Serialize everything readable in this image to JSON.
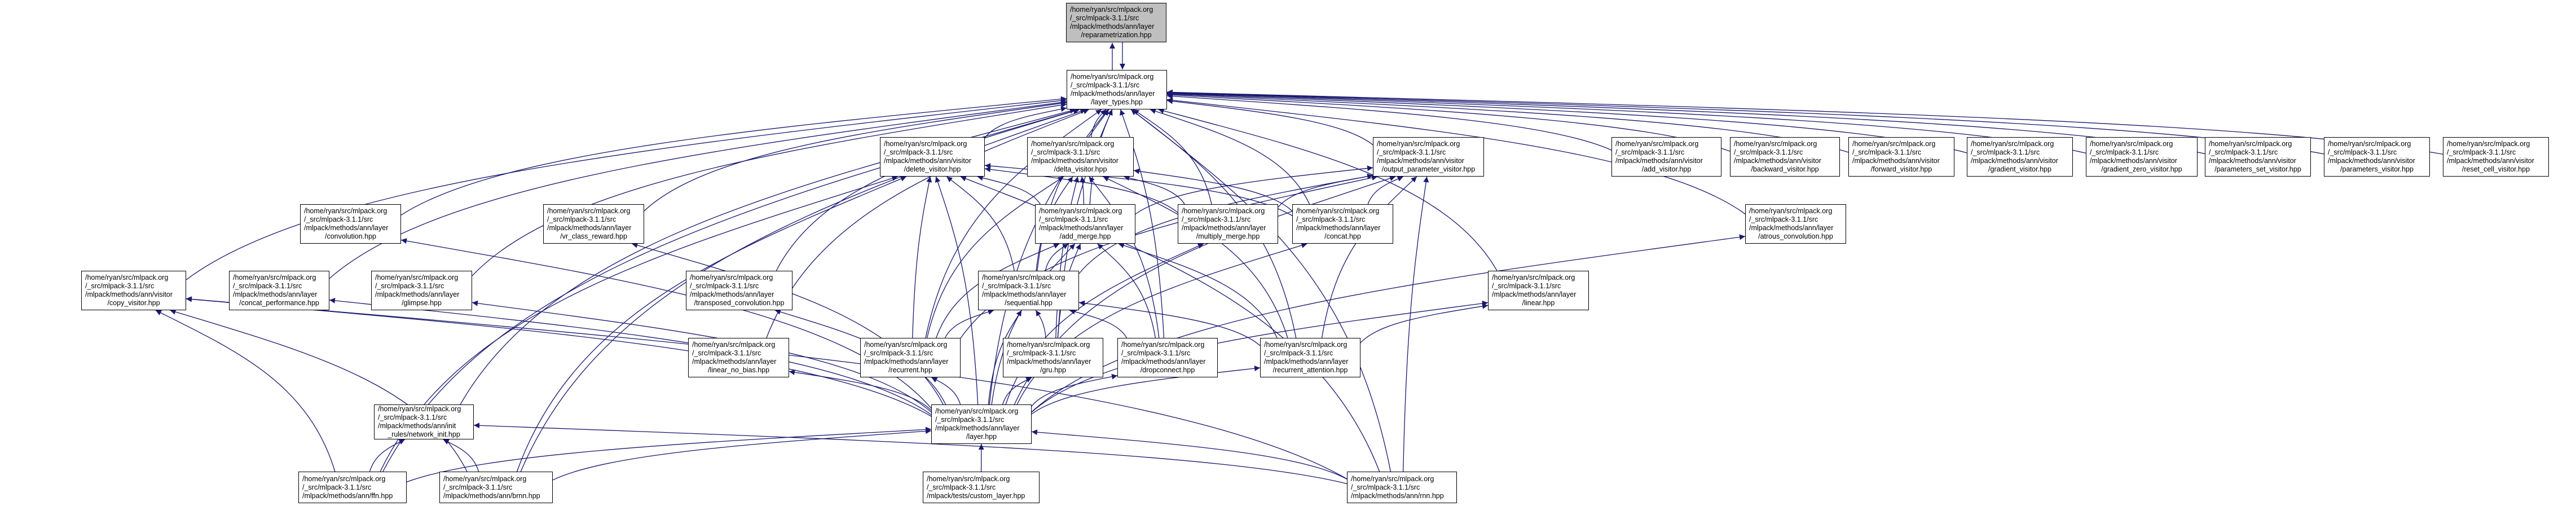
{
  "title": "mlpack reparametrization.hpp include dependency graph",
  "colors": {
    "edge": "#191970",
    "root_fill": "#bfbfbf",
    "node_fill": "#ffffff",
    "node_border": "#000000"
  },
  "nodes": [
    {
      "id": "reparametrization",
      "lines": [
        "/home/ryan/src/mlpack.org",
        "/_src/mlpack-3.1.1/src",
        "/mlpack/methods/ann/layer",
        "/reparametrization.hpp"
      ],
      "root": true
    },
    {
      "id": "layer_types",
      "lines": [
        "/home/ryan/src/mlpack.org",
        "/_src/mlpack-3.1.1/src",
        "/mlpack/methods/ann/layer",
        "/layer_types.hpp"
      ]
    },
    {
      "id": "delete_visitor",
      "lines": [
        "/home/ryan/src/mlpack.org",
        "/_src/mlpack-3.1.1/src",
        "/mlpack/methods/ann/visitor",
        "/delete_visitor.hpp"
      ]
    },
    {
      "id": "delta_visitor",
      "lines": [
        "/home/ryan/src/mlpack.org",
        "/_src/mlpack-3.1.1/src",
        "/mlpack/methods/ann/visitor",
        "/delta_visitor.hpp"
      ]
    },
    {
      "id": "output_parameter_visitor",
      "lines": [
        "/home/ryan/src/mlpack.org",
        "/_src/mlpack-3.1.1/src",
        "/mlpack/methods/ann/visitor",
        "/output_parameter_visitor.hpp"
      ]
    },
    {
      "id": "add_visitor",
      "lines": [
        "/home/ryan/src/mlpack.org",
        "/_src/mlpack-3.1.1/src",
        "/mlpack/methods/ann/visitor",
        "/add_visitor.hpp"
      ]
    },
    {
      "id": "backward_visitor",
      "lines": [
        "/home/ryan/src/mlpack.org",
        "/_src/mlpack-3.1.1/src",
        "/mlpack/methods/ann/visitor",
        "/backward_visitor.hpp"
      ]
    },
    {
      "id": "forward_visitor",
      "lines": [
        "/home/ryan/src/mlpack.org",
        "/_src/mlpack-3.1.1/src",
        "/mlpack/methods/ann/visitor",
        "/forward_visitor.hpp"
      ]
    },
    {
      "id": "gradient_visitor",
      "lines": [
        "/home/ryan/src/mlpack.org",
        "/_src/mlpack-3.1.1/src",
        "/mlpack/methods/ann/visitor",
        "/gradient_visitor.hpp"
      ]
    },
    {
      "id": "gradient_zero_visitor",
      "lines": [
        "/home/ryan/src/mlpack.org",
        "/_src/mlpack-3.1.1/src",
        "/mlpack/methods/ann/visitor",
        "/gradient_zero_visitor.hpp"
      ]
    },
    {
      "id": "parameters_set_visitor",
      "lines": [
        "/home/ryan/src/mlpack.org",
        "/_src/mlpack-3.1.1/src",
        "/mlpack/methods/ann/visitor",
        "/parameters_set_visitor.hpp"
      ]
    },
    {
      "id": "parameters_visitor",
      "lines": [
        "/home/ryan/src/mlpack.org",
        "/_src/mlpack-3.1.1/src",
        "/mlpack/methods/ann/visitor",
        "/parameters_visitor.hpp"
      ]
    },
    {
      "id": "reset_cell_visitor",
      "lines": [
        "/home/ryan/src/mlpack.org",
        "/_src/mlpack-3.1.1/src",
        "/mlpack/methods/ann/visitor",
        "/reset_cell_visitor.hpp"
      ]
    },
    {
      "id": "convolution",
      "lines": [
        "/home/ryan/src/mlpack.org",
        "/_src/mlpack-3.1.1/src",
        "/mlpack/methods/ann/layer",
        "/convolution.hpp"
      ]
    },
    {
      "id": "vr_class_reward",
      "lines": [
        "/home/ryan/src/mlpack.org",
        "/_src/mlpack-3.1.1/src",
        "/mlpack/methods/ann/layer",
        "/vr_class_reward.hpp"
      ]
    },
    {
      "id": "add_merge",
      "lines": [
        "/home/ryan/src/mlpack.org",
        "/_src/mlpack-3.1.1/src",
        "/mlpack/methods/ann/layer",
        "/add_merge.hpp"
      ]
    },
    {
      "id": "multiply_merge",
      "lines": [
        "/home/ryan/src/mlpack.org",
        "/_src/mlpack-3.1.1/src",
        "/mlpack/methods/ann/layer",
        "/multiply_merge.hpp"
      ]
    },
    {
      "id": "concat",
      "lines": [
        "/home/ryan/src/mlpack.org",
        "/_src/mlpack-3.1.1/src",
        "/mlpack/methods/ann/layer",
        "/concat.hpp"
      ]
    },
    {
      "id": "atrous_convolution",
      "lines": [
        "/home/ryan/src/mlpack.org",
        "/_src/mlpack-3.1.1/src",
        "/mlpack/methods/ann/layer",
        "/atrous_convolution.hpp"
      ]
    },
    {
      "id": "copy_visitor",
      "lines": [
        "/home/ryan/src/mlpack.org",
        "/_src/mlpack-3.1.1/src",
        "/mlpack/methods/ann/visitor",
        "/copy_visitor.hpp"
      ]
    },
    {
      "id": "concat_performance",
      "lines": [
        "/home/ryan/src/mlpack.org",
        "/_src/mlpack-3.1.1/src",
        "/mlpack/methods/ann/layer",
        "/concat_performance.hpp"
      ]
    },
    {
      "id": "glimpse",
      "lines": [
        "/home/ryan/src/mlpack.org",
        "/_src/mlpack-3.1.1/src",
        "/mlpack/methods/ann/layer",
        "/glimpse.hpp"
      ]
    },
    {
      "id": "transposed_convolution",
      "lines": [
        "/home/ryan/src/mlpack.org",
        "/_src/mlpack-3.1.1/src",
        "/mlpack/methods/ann/layer",
        "/transposed_convolution.hpp"
      ]
    },
    {
      "id": "sequential",
      "lines": [
        "/home/ryan/src/mlpack.org",
        "/_src/mlpack-3.1.1/src",
        "/mlpack/methods/ann/layer",
        "/sequential.hpp"
      ]
    },
    {
      "id": "linear",
      "lines": [
        "/home/ryan/src/mlpack.org",
        "/_src/mlpack-3.1.1/src",
        "/mlpack/methods/ann/layer",
        "/linear.hpp"
      ]
    },
    {
      "id": "linear_no_bias",
      "lines": [
        "/home/ryan/src/mlpack.org",
        "/_src/mlpack-3.1.1/src",
        "/mlpack/methods/ann/layer",
        "/linear_no_bias.hpp"
      ]
    },
    {
      "id": "recurrent",
      "lines": [
        "/home/ryan/src/mlpack.org",
        "/_src/mlpack-3.1.1/src",
        "/mlpack/methods/ann/layer",
        "/recurrent.hpp"
      ]
    },
    {
      "id": "gru",
      "lines": [
        "/home/ryan/src/mlpack.org",
        "/_src/mlpack-3.1.1/src",
        "/mlpack/methods/ann/layer",
        "/gru.hpp"
      ]
    },
    {
      "id": "dropconnect",
      "lines": [
        "/home/ryan/src/mlpack.org",
        "/_src/mlpack-3.1.1/src",
        "/mlpack/methods/ann/layer",
        "/dropconnect.hpp"
      ]
    },
    {
      "id": "recurrent_attention",
      "lines": [
        "/home/ryan/src/mlpack.org",
        "/_src/mlpack-3.1.1/src",
        "/mlpack/methods/ann/layer",
        "/recurrent_attention.hpp"
      ]
    },
    {
      "id": "network_init",
      "lines": [
        "/home/ryan/src/mlpack.org",
        "/_src/mlpack-3.1.1/src",
        "/mlpack/methods/ann/init",
        "_rules/network_init.hpp"
      ]
    },
    {
      "id": "layer",
      "lines": [
        "/home/ryan/src/mlpack.org",
        "/_src/mlpack-3.1.1/src",
        "/mlpack/methods/ann/layer",
        "/layer.hpp"
      ]
    },
    {
      "id": "ffn",
      "lines": [
        "/home/ryan/src/mlpack.org",
        "/_src/mlpack-3.1.1/src",
        "/mlpack/methods/ann/ffn.hpp"
      ]
    },
    {
      "id": "brnn",
      "lines": [
        "/home/ryan/src/mlpack.org",
        "/_src/mlpack-3.1.1/src",
        "/mlpack/methods/ann/brnn.hpp"
      ]
    },
    {
      "id": "custom_layer",
      "lines": [
        "/home/ryan/src/mlpack.org",
        "/_src/mlpack-3.1.1/src",
        "/mlpack/tests/custom_layer.hpp"
      ]
    },
    {
      "id": "rnn",
      "lines": [
        "/home/ryan/src/mlpack.org",
        "/_src/mlpack-3.1.1/src",
        "/mlpack/methods/ann/rnn.hpp"
      ]
    }
  ],
  "edges": [
    [
      "layer_types",
      "reparametrization"
    ],
    [
      "reparametrization",
      "layer_types"
    ],
    [
      "delete_visitor",
      "layer_types"
    ],
    [
      "delta_visitor",
      "layer_types"
    ],
    [
      "output_parameter_visitor",
      "layer_types"
    ],
    [
      "add_visitor",
      "layer_types"
    ],
    [
      "backward_visitor",
      "layer_types"
    ],
    [
      "forward_visitor",
      "layer_types"
    ],
    [
      "gradient_visitor",
      "layer_types"
    ],
    [
      "gradient_zero_visitor",
      "layer_types"
    ],
    [
      "parameters_set_visitor",
      "layer_types"
    ],
    [
      "parameters_visitor",
      "layer_types"
    ],
    [
      "reset_cell_visitor",
      "layer_types"
    ],
    [
      "convolution",
      "layer_types"
    ],
    [
      "vr_class_reward",
      "layer_types"
    ],
    [
      "add_merge",
      "layer_types"
    ],
    [
      "multiply_merge",
      "layer_types"
    ],
    [
      "concat",
      "layer_types"
    ],
    [
      "atrous_convolution",
      "layer_types"
    ],
    [
      "copy_visitor",
      "layer_types"
    ],
    [
      "concat_performance",
      "layer_types"
    ],
    [
      "glimpse",
      "layer_types"
    ],
    [
      "transposed_convolution",
      "layer_types"
    ],
    [
      "sequential",
      "layer_types"
    ],
    [
      "linear",
      "layer_types"
    ],
    [
      "recurrent",
      "layer_types"
    ],
    [
      "gru",
      "layer_types"
    ],
    [
      "dropconnect",
      "layer_types"
    ],
    [
      "recurrent_attention",
      "layer_types"
    ],
    [
      "network_init",
      "layer_types"
    ],
    [
      "layer",
      "layer_types"
    ],
    [
      "ffn",
      "layer_types"
    ],
    [
      "brnn",
      "layer_types"
    ],
    [
      "rnn",
      "layer_types"
    ],
    [
      "add_merge",
      "delete_visitor"
    ],
    [
      "add_merge",
      "delta_visitor"
    ],
    [
      "add_merge",
      "output_parameter_visitor"
    ],
    [
      "multiply_merge",
      "delete_visitor"
    ],
    [
      "multiply_merge",
      "delta_visitor"
    ],
    [
      "multiply_merge",
      "output_parameter_visitor"
    ],
    [
      "concat",
      "delete_visitor"
    ],
    [
      "concat",
      "delta_visitor"
    ],
    [
      "concat",
      "output_parameter_visitor"
    ],
    [
      "sequential",
      "delete_visitor"
    ],
    [
      "sequential",
      "delta_visitor"
    ],
    [
      "sequential",
      "output_parameter_visitor"
    ],
    [
      "sequential",
      "add_merge"
    ],
    [
      "recurrent",
      "delete_visitor"
    ],
    [
      "recurrent",
      "delta_visitor"
    ],
    [
      "recurrent",
      "output_parameter_visitor"
    ],
    [
      "recurrent",
      "add_merge"
    ],
    [
      "recurrent",
      "sequential"
    ],
    [
      "gru",
      "delta_visitor"
    ],
    [
      "gru",
      "add_merge"
    ],
    [
      "gru",
      "sequential"
    ],
    [
      "dropconnect",
      "delta_visitor"
    ],
    [
      "dropconnect",
      "add_merge"
    ],
    [
      "dropconnect",
      "sequential"
    ],
    [
      "recurrent_attention",
      "delta_visitor"
    ],
    [
      "recurrent_attention",
      "output_parameter_visitor"
    ],
    [
      "recurrent_attention",
      "add_merge"
    ],
    [
      "recurrent_attention",
      "sequential"
    ],
    [
      "recurrent_attention",
      "linear"
    ],
    [
      "ffn",
      "delete_visitor"
    ],
    [
      "ffn",
      "copy_visitor"
    ],
    [
      "ffn",
      "network_init"
    ],
    [
      "brnn",
      "delete_visitor"
    ],
    [
      "brnn",
      "copy_visitor"
    ],
    [
      "brnn",
      "network_init"
    ],
    [
      "rnn",
      "delete_visitor"
    ],
    [
      "rnn",
      "output_parameter_visitor"
    ],
    [
      "rnn",
      "copy_visitor"
    ],
    [
      "rnn",
      "network_init"
    ],
    [
      "layer",
      "convolution"
    ],
    [
      "layer",
      "vr_class_reward"
    ],
    [
      "layer",
      "add_merge"
    ],
    [
      "layer",
      "multiply_merge"
    ],
    [
      "layer",
      "concat"
    ],
    [
      "layer",
      "atrous_convolution"
    ],
    [
      "layer",
      "concat_performance"
    ],
    [
      "layer",
      "glimpse"
    ],
    [
      "layer",
      "transposed_convolution"
    ],
    [
      "layer",
      "sequential"
    ],
    [
      "layer",
      "linear"
    ],
    [
      "layer",
      "linear_no_bias"
    ],
    [
      "layer",
      "recurrent"
    ],
    [
      "layer",
      "gru"
    ],
    [
      "layer",
      "dropconnect"
    ],
    [
      "layer",
      "recurrent_attention"
    ],
    [
      "layer",
      "delete_visitor"
    ],
    [
      "layer",
      "output_parameter_visitor"
    ],
    [
      "layer",
      "copy_visitor"
    ],
    [
      "custom_layer",
      "layer"
    ],
    [
      "ffn",
      "layer"
    ],
    [
      "brnn",
      "layer"
    ],
    [
      "rnn",
      "layer"
    ],
    [
      "linear_no_bias",
      "layer_types"
    ]
  ]
}
